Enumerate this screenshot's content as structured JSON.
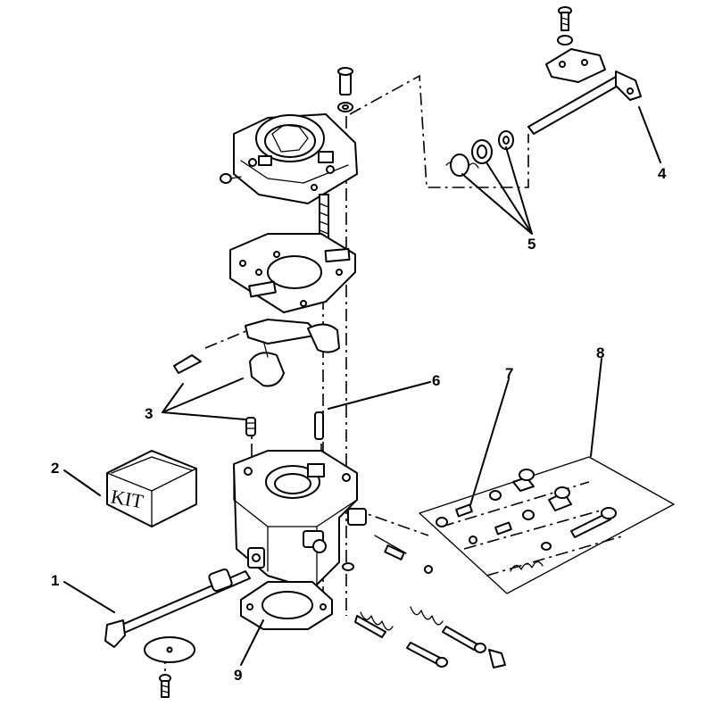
{
  "diagram": {
    "type": "exploded-parts-view",
    "callouts": [
      {
        "id": "1",
        "label": "1"
      },
      {
        "id": "2",
        "label": "2"
      },
      {
        "id": "3",
        "label": "3"
      },
      {
        "id": "4",
        "label": "4"
      },
      {
        "id": "5",
        "label": "5"
      },
      {
        "id": "6",
        "label": "6"
      },
      {
        "id": "7",
        "label": "7"
      },
      {
        "id": "8",
        "label": "8"
      },
      {
        "id": "9",
        "label": "9"
      }
    ],
    "kit_box_label": "KIT"
  }
}
